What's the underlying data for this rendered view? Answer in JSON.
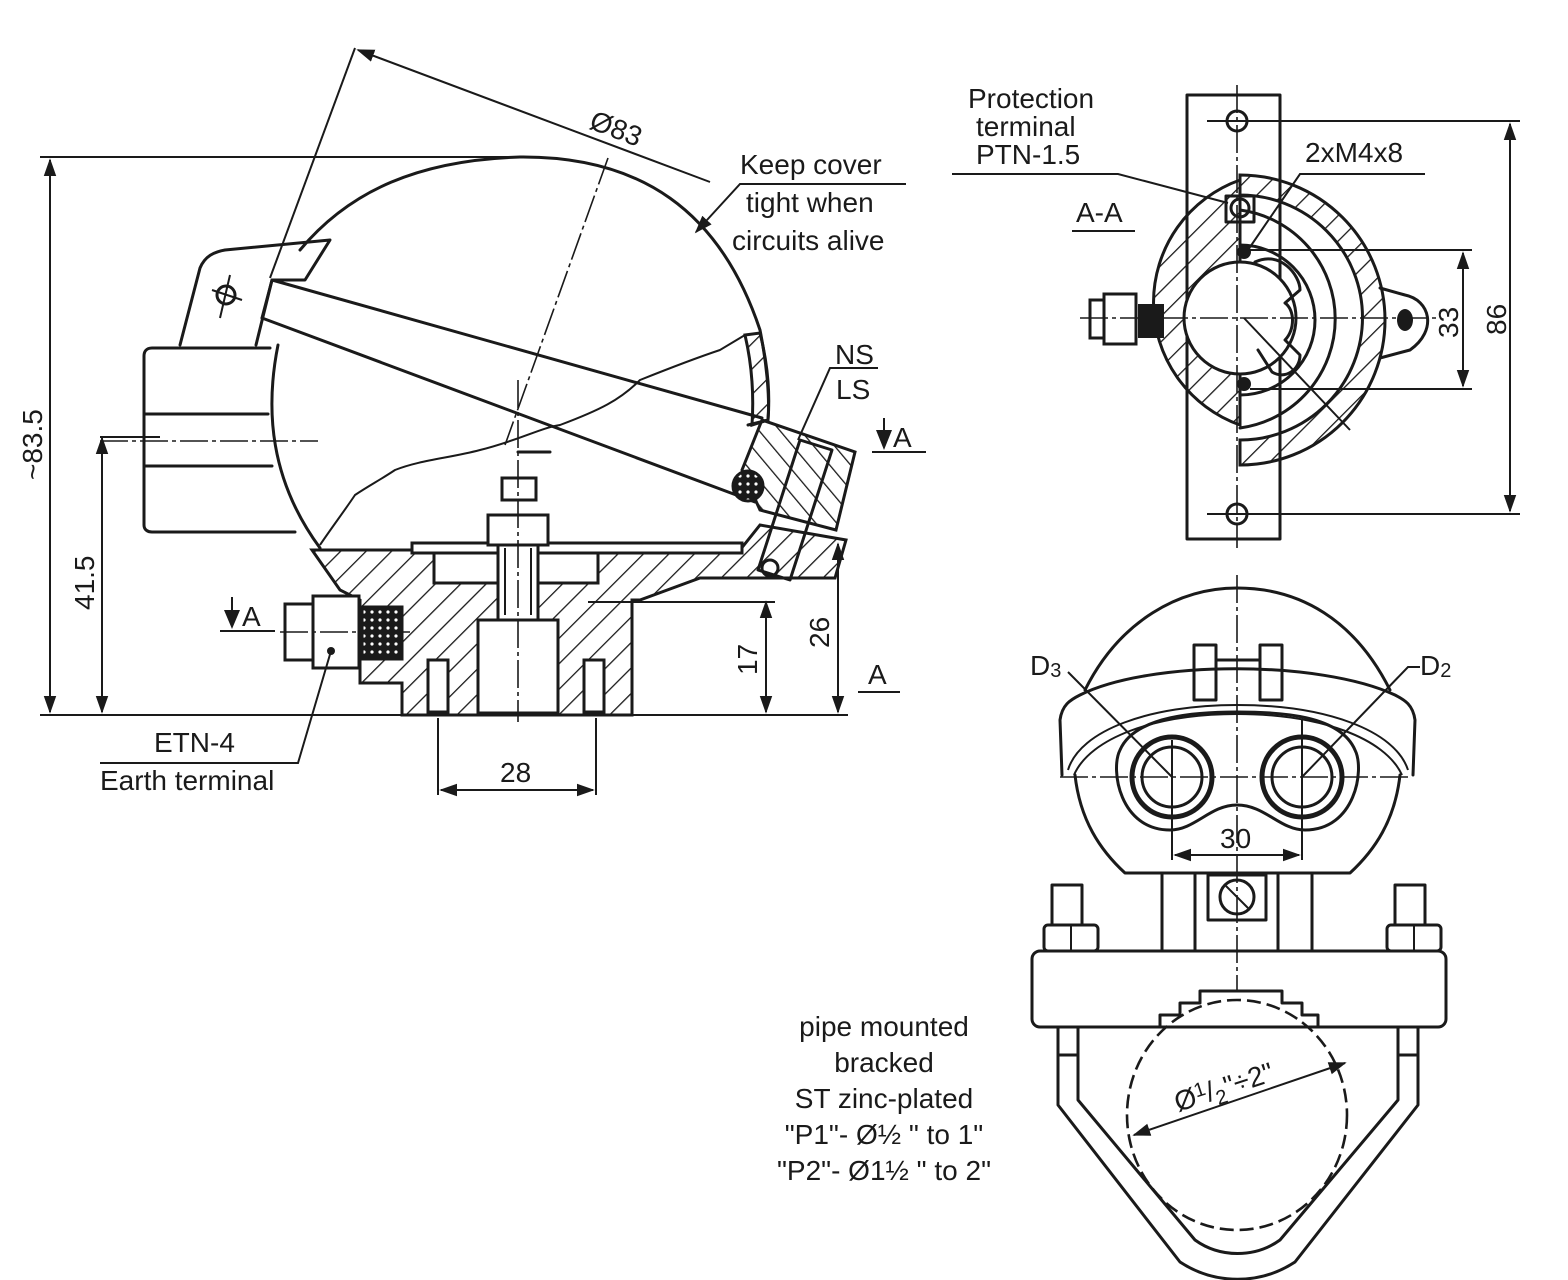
{
  "drawing": {
    "title": "Terminal head with pipe mounting bracket - dimensional drawing",
    "line_color": "#1a1a1a",
    "background_color": "#ffffff"
  },
  "side_view": {
    "dim_cover_diameter": "Ø83",
    "dim_overall_height": "~83.5",
    "dim_axis_height": "41.5",
    "dim_base_spacing": "28",
    "dim_base_height_1": "17",
    "dim_base_height_2": "26",
    "note_cover": [
      "Keep cover",
      "tight when",
      "circuits alive"
    ],
    "label_ns": "NS",
    "label_ls": "LS",
    "section_mark_top": "A",
    "section_mark_left": "A",
    "section_mark_bottom": "A",
    "earth_terminal": [
      "ETN-4",
      "Earth terminal"
    ]
  },
  "section_view": {
    "title": "A-A",
    "protection_terminal": [
      "Protection",
      "terminal",
      "PTN-1.5"
    ],
    "screws": "2xM4x8",
    "dim_hole_spacing": "33",
    "dim_bracket_length": "86"
  },
  "front_view": {
    "label_d3_main": "D",
    "label_d3_sub": "3",
    "label_d2_main": "D",
    "label_d2_sub": "2",
    "dim_entry_spacing": "30",
    "pipe_diameter_prefix": "Ø",
    "pipe_diameter_frac_num": "1",
    "pipe_diameter_frac_den": "2",
    "pipe_diameter_suffix": "\"÷2\"",
    "bracket_note": [
      "pipe mounted",
      "bracked",
      "ST zinc-plated",
      "\"P1\"- Ø½ \" to 1\"",
      "\"P2\"- Ø1½ \" to 2\""
    ]
  }
}
